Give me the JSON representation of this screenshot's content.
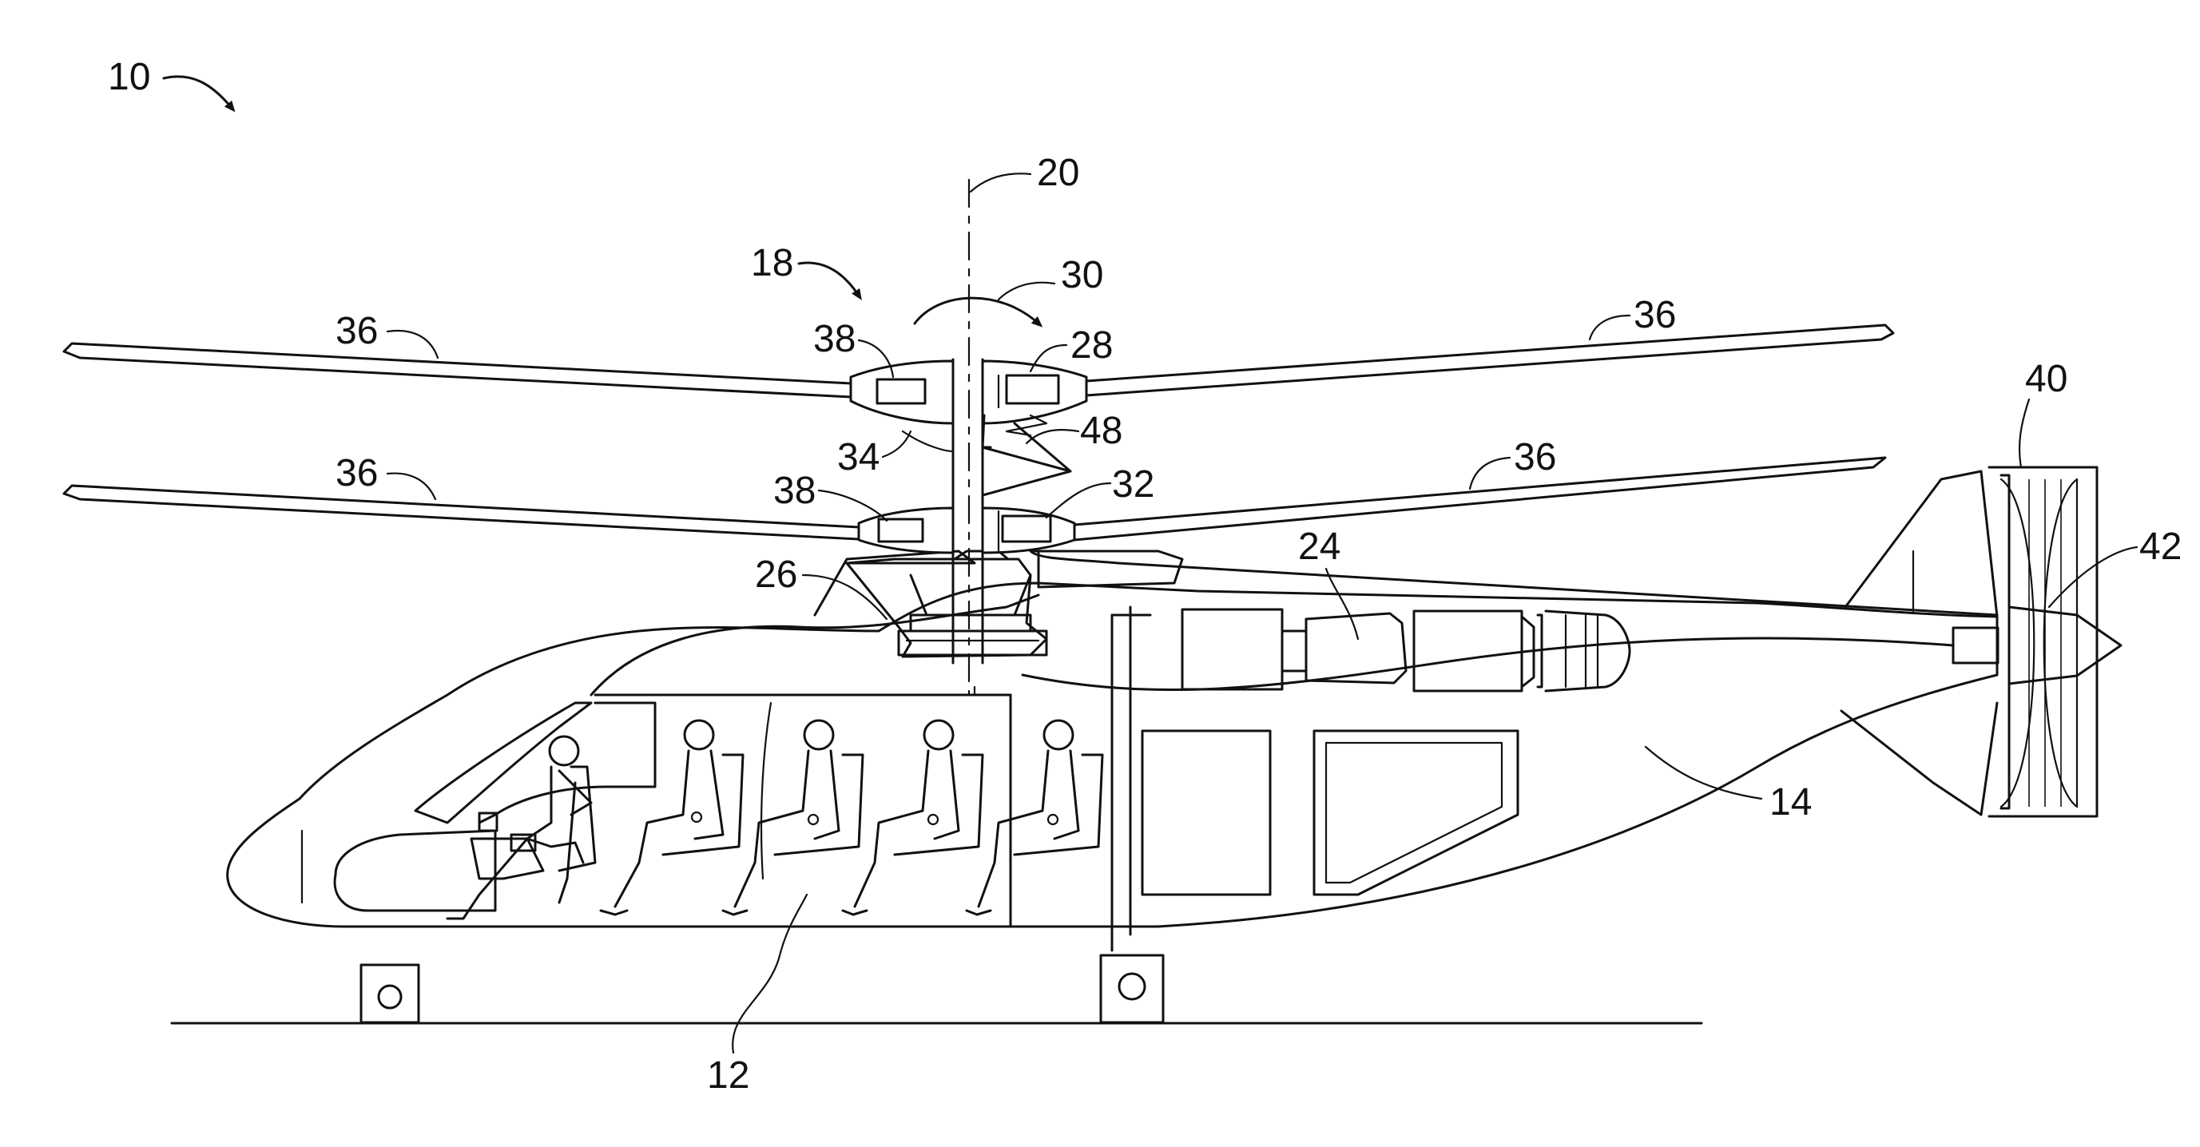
{
  "labels": {
    "ref_10": "10",
    "ref_20": "20",
    "ref_18": "18",
    "ref_30": "30",
    "ref_28": "28",
    "ref_38_upper": "38",
    "ref_34": "34",
    "ref_48": "48",
    "ref_38_lower": "38",
    "ref_32": "32",
    "ref_36_upper_left": "36",
    "ref_36_upper_right": "36",
    "ref_36_lower_left": "36",
    "ref_36_lower_right": "36",
    "ref_26": "26",
    "ref_24": "24",
    "ref_40": "40",
    "ref_42": "42",
    "ref_14": "14",
    "ref_12": "12"
  }
}
